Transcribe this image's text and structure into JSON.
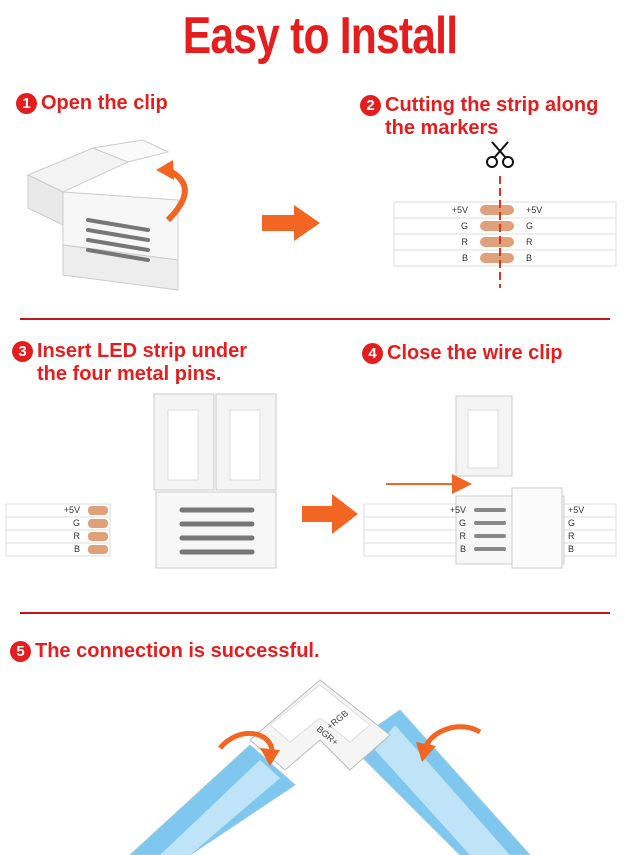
{
  "title": "Easy to Install",
  "steps": [
    {
      "num": "1",
      "lines": [
        "Open the clip"
      ]
    },
    {
      "num": "2",
      "lines": [
        "Cutting the strip along",
        "the markers"
      ]
    },
    {
      "num": "3",
      "lines": [
        "Insert LED strip under",
        "the four metal pins."
      ]
    },
    {
      "num": "4",
      "lines": [
        "Close the wire clip"
      ]
    },
    {
      "num": "5",
      "lines": [
        "The connection is successful."
      ]
    }
  ],
  "pin_labels": [
    "+5V",
    "G",
    "R",
    "B"
  ],
  "corner_labels": {
    "left": "BGR+",
    "right": "+RGB"
  },
  "icons": [
    "scissors-icon",
    "arrow-right-icon",
    "curved-arrow-icon"
  ],
  "colors": {
    "accent": "#e41e1e",
    "arrow": "#f26522",
    "copper": "#e0a07a"
  }
}
